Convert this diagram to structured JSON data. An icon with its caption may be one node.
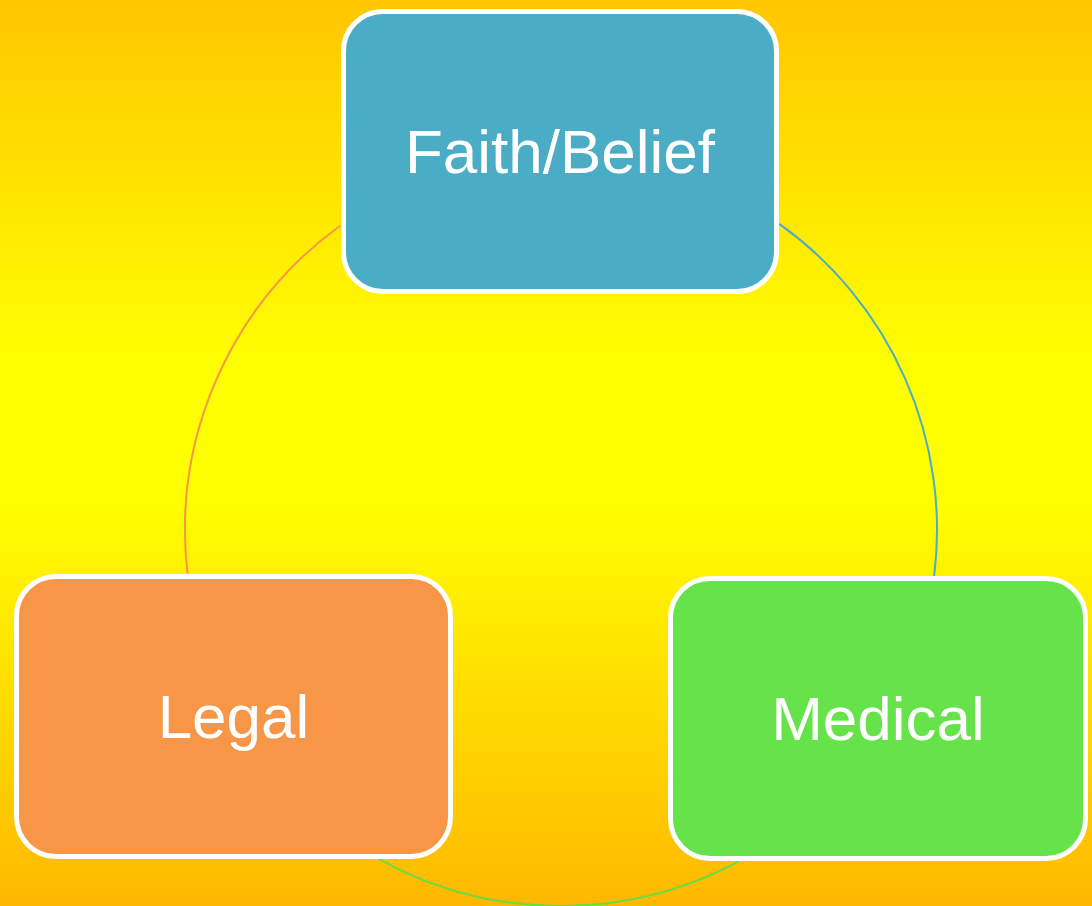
{
  "diagram": {
    "nodes": [
      {
        "text": [
          "Faith/Belief"
        ]
      },
      {
        "text": [
          "Legal"
        ]
      },
      {
        "text": [
          "Medical"
        ]
      }
    ],
    "edges": [
      {
        "from": 0,
        "to": 2,
        "arrow": "none",
        "color": "#4bacc6"
      },
      {
        "from": 2,
        "to": 1,
        "arrow": "none",
        "color": "#66dd44"
      },
      {
        "from": 1,
        "to": 0,
        "arrow": "none",
        "color": "#f79646"
      }
    ]
  }
}
